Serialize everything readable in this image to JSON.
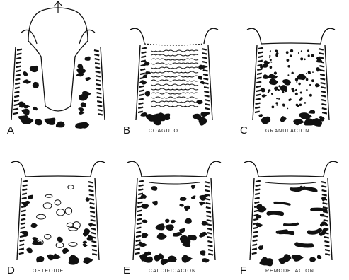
{
  "colors": {
    "ink": "#111111",
    "background": "#ffffff"
  },
  "panels": [
    {
      "letter": "A",
      "caption": ""
    },
    {
      "letter": "B",
      "caption": "COAGULO"
    },
    {
      "letter": "C",
      "caption": "GRANULACION"
    },
    {
      "letter": "D",
      "caption": "OSTEOIDE"
    },
    {
      "letter": "E",
      "caption": "CALCIFICACION"
    },
    {
      "letter": "F",
      "caption": "REMODELACION"
    }
  ]
}
